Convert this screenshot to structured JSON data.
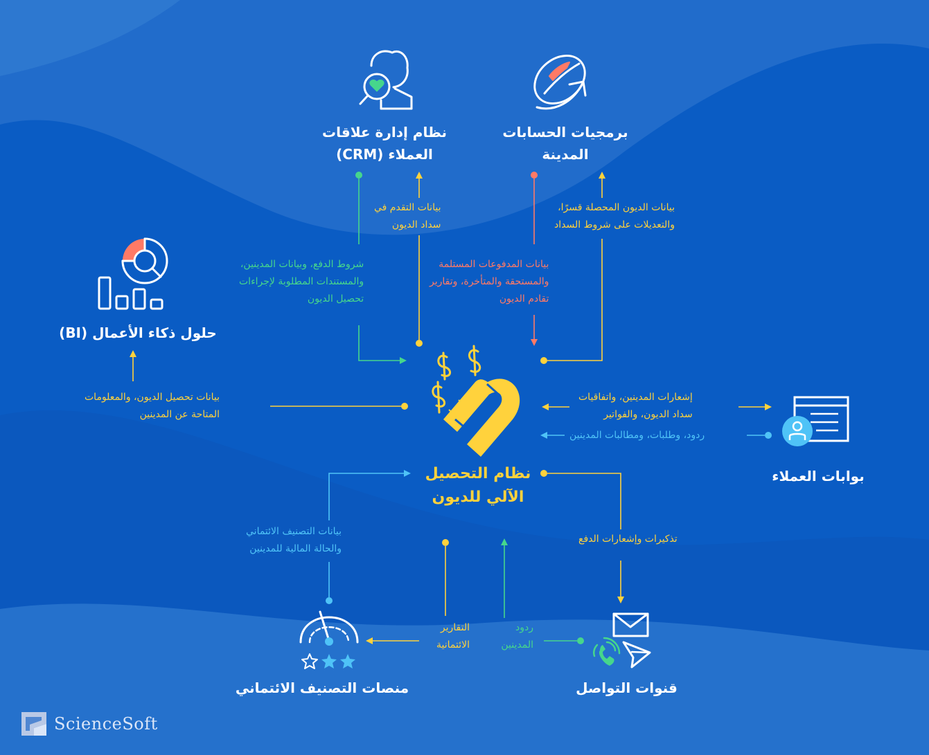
{
  "nodes": {
    "center": {
      "line1": "نظام التحصيل",
      "line2": "الآلي للديون"
    },
    "crm": {
      "line1": "نظام إدارة علاقات",
      "line2": "العملاء (CRM)"
    },
    "debt_software": {
      "line1": "برمجيات الحسابات",
      "line2": "المدينة"
    },
    "bi": {
      "line1": "حلول ذكاء الأعمال (BI)"
    },
    "portals": {
      "line1": "بوابات العملاء"
    },
    "communication": {
      "line1": "قنوات التواصل"
    },
    "credit": {
      "line1": "منصات التصنيف الائتماني"
    }
  },
  "flows": {
    "crm_progress": {
      "line1": "بيانات التقدم في",
      "line2": "سداد الديون"
    },
    "crm_terms": {
      "line1": "شروط الدفع، وبيانات المدينين،",
      "line2": "والمستندات المطلوبة لإجراءات",
      "line3": "تحصيل الديون"
    },
    "software_payments": {
      "line1": "بيانات المدفوعات المستلمة",
      "line2": "والمستحقة والمتأخرة، وتقارير",
      "line3": "تقادم الديون"
    },
    "software_collected": {
      "line1": "بيانات الديون المحصلة قسرًا،",
      "line2": "والتعديلات على شروط السداد"
    },
    "bi_data": {
      "line1": "بيانات تحصيل الديون، والمعلومات",
      "line2": "المتاحة عن المدينين"
    },
    "portals_notices": {
      "line1": "إشعارات المدينين، واتفاقيات",
      "line2": "سداد الديون، والفواتير"
    },
    "portals_replies": {
      "line1": "ردود، وطلبات، ومطالبات المدينين"
    },
    "credit_ratings": {
      "line1": "بيانات التصنيف الائتماني",
      "line2": "والحالة المالية للمدينين"
    },
    "comm_reminders": {
      "line1": "تذكيرات وإشعارات الدفع"
    },
    "credit_reports": {
      "line1": "التقارير",
      "line2": "الائتمانية"
    },
    "comm_replies": {
      "line1": "ردود",
      "line2": "المدينين"
    }
  },
  "colors": {
    "background": "#0a5cc4",
    "wave_light": "#2f7ad0",
    "yellow": "#ffd23c",
    "green": "#46d68c",
    "red": "#ff7a66",
    "cyan": "#4fc3f7",
    "white": "#ffffff"
  },
  "icons": {
    "crm": "person-magnifier-heart-icon",
    "debt_software": "coin-cycle-arrow-icon",
    "bi": "bar-chart-donut-icon",
    "center": "magnet-dollar-icon",
    "portals": "browser-user-icon",
    "communication": "envelope-phone-send-icon",
    "credit": "gauge-stars-icon"
  },
  "brand": {
    "name": "ScienceSoft"
  }
}
